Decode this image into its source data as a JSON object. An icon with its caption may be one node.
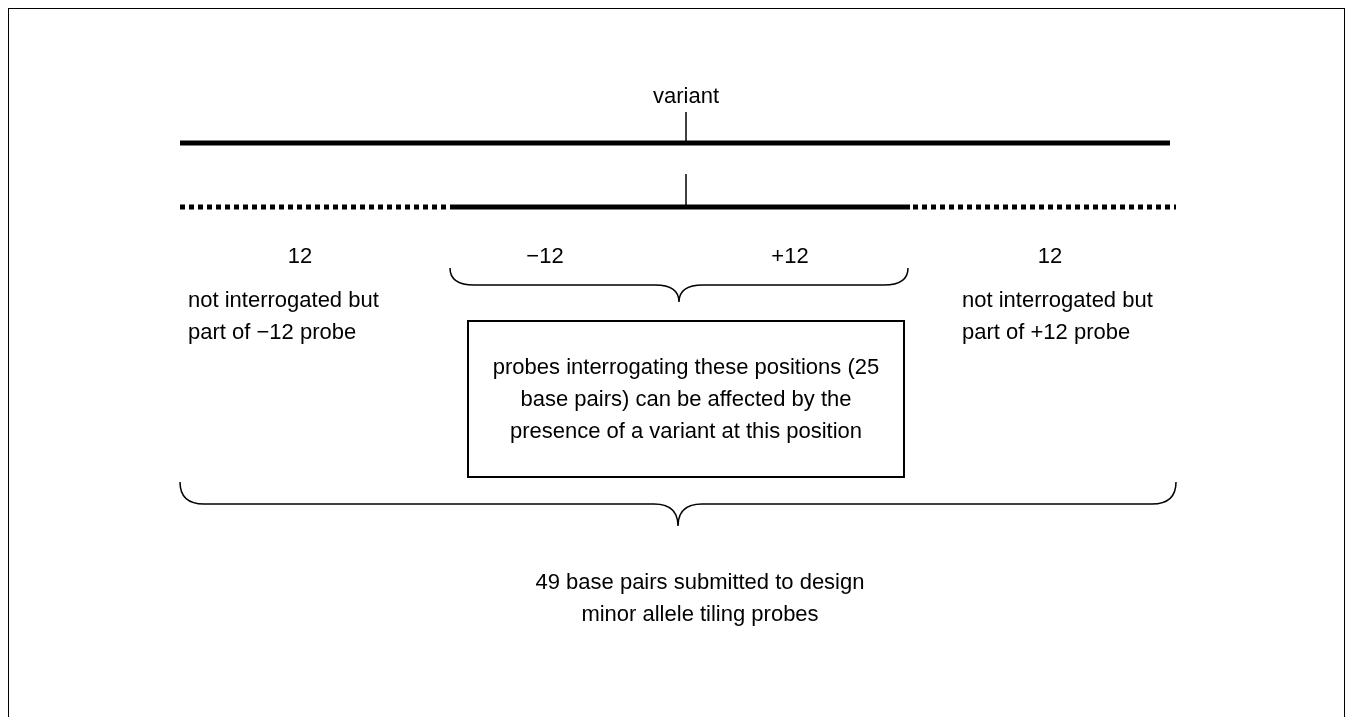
{
  "diagram": {
    "nodes": [
      {
        "text": [
          "probes interrogating these positions (25 base pairs) can be affected by the presence of a variant at this position"
        ]
      }
    ],
    "labels": [
      "variant",
      "12",
      "not interrogated but part of −12 probe",
      "−12",
      "+12",
      "12",
      "not interrogated but part of +12 probe",
      "49 base pairs submitted to design minor allele tiling probes"
    ]
  }
}
